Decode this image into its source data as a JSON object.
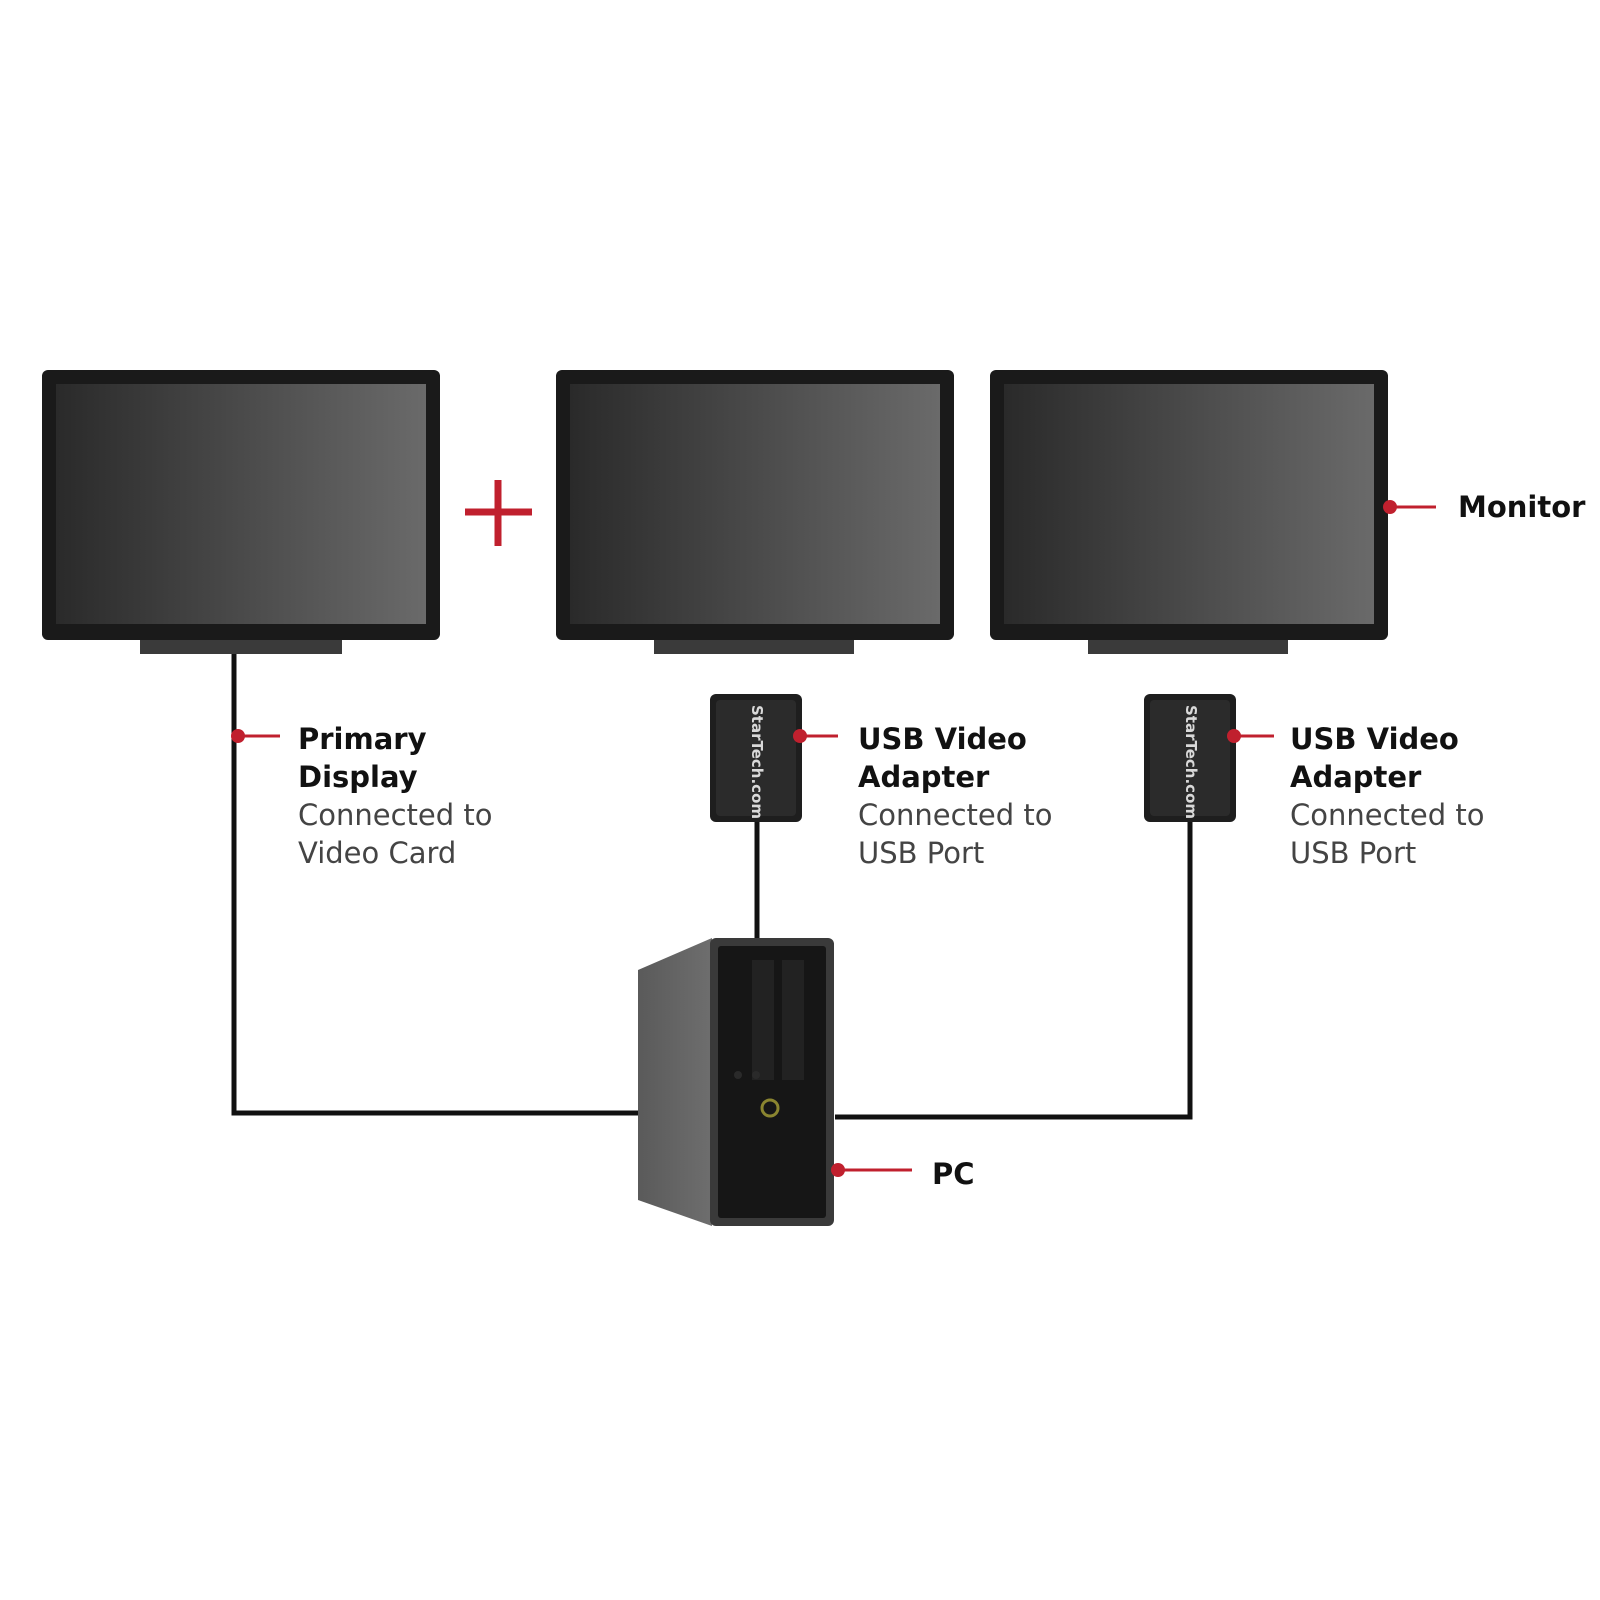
{
  "colors": {
    "accent": "#c0202e",
    "cable": "#111111",
    "bezel": "#1a1a1a"
  },
  "labels": {
    "monitor": "Monitor",
    "pc": "PC",
    "primary": {
      "title_1": "Primary",
      "title_2": "Display",
      "desc_1": "Connected to",
      "desc_2": "Video Card"
    },
    "usb_left": {
      "title_1": "USB Video",
      "title_2": "Adapter",
      "desc_1": "Connected to",
      "desc_2": "USB Port"
    },
    "usb_right": {
      "title_1": "USB Video",
      "title_2": "Adapter",
      "desc_1": "Connected to",
      "desc_2": "USB Port"
    }
  },
  "adapter_logo": "StarTech.com"
}
